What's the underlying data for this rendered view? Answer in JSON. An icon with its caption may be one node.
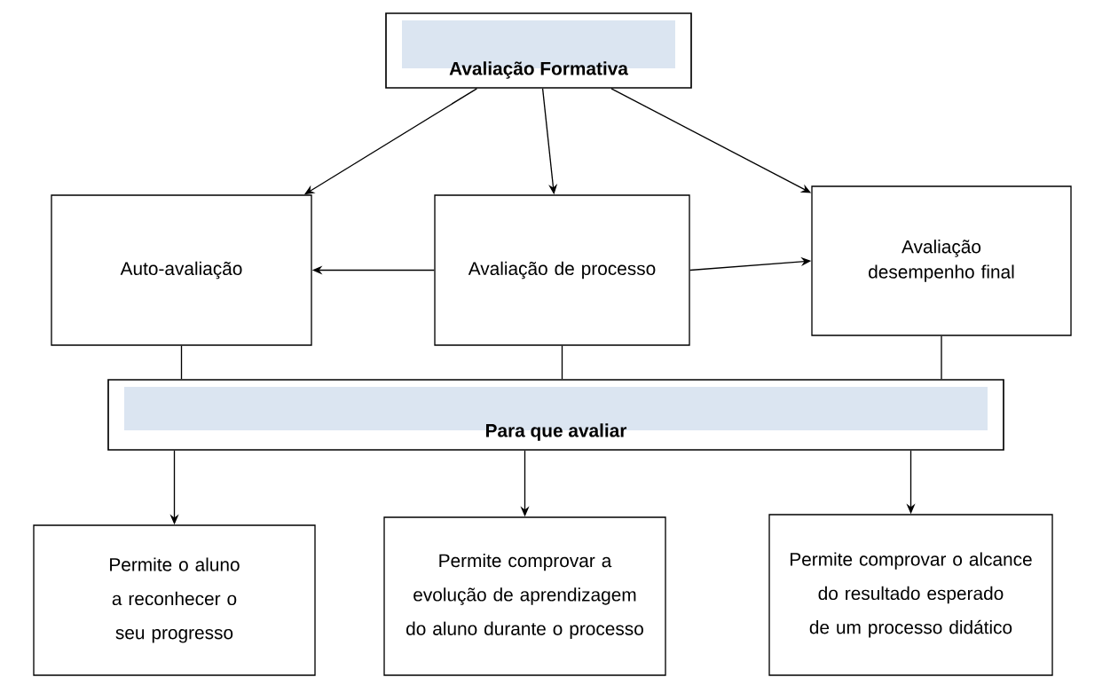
{
  "diagram": {
    "nodes": [
      {
        "text": [
          "Avaliação Formativa"
        ]
      },
      {
        "text": [
          "Auto-avaliação"
        ]
      },
      {
        "text": [
          "Avaliação de processo"
        ]
      },
      {
        "text": [
          "Avaliação desempenho final"
        ]
      },
      {
        "text": [
          "Para que avaliar"
        ]
      },
      {
        "text": [
          "Permite o aluno a reconhecer o seu progresso"
        ]
      },
      {
        "text": [
          "Permite comprovar a evolução de aprendizagem do aluno durante o processo"
        ]
      },
      {
        "text": [
          "Permite comprovar o alcance do resultado esperado de um processo didático"
        ]
      }
    ],
    "edges": [
      {
        "from": 0,
        "to": 1,
        "arrow": "to"
      },
      {
        "from": 0,
        "to": 2,
        "arrow": "to"
      },
      {
        "from": 0,
        "to": 3,
        "arrow": "to"
      },
      {
        "from": 2,
        "to": 1,
        "arrow": "to"
      },
      {
        "from": 2,
        "to": 3,
        "arrow": "to"
      },
      {
        "from": 1,
        "to": 4,
        "arrow": "none"
      },
      {
        "from": 2,
        "to": 4,
        "arrow": "none"
      },
      {
        "from": 3,
        "to": 4,
        "arrow": "none"
      },
      {
        "from": 4,
        "to": 5,
        "arrow": "to"
      },
      {
        "from": 4,
        "to": 6,
        "arrow": "to"
      },
      {
        "from": 4,
        "to": 7,
        "arrow": "to"
      }
    ]
  }
}
